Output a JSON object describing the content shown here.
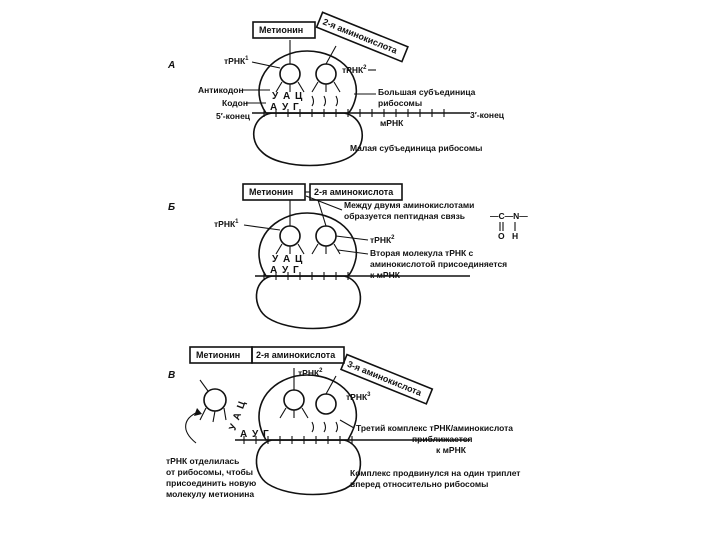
{
  "panel_a": {
    "letter": "А",
    "box_met": "Метионин",
    "box_aa2": "2-я аминокислота",
    "trna1": "тРНК",
    "trna1_sup": "1",
    "trna2": "тРНК",
    "trna2_sup": "2",
    "anticodon_label": "Антикодон",
    "codon_label": "Кодон",
    "five_end": "5′-конец",
    "three_end": "3′-конец",
    "anticodon_seq": "У А Ц",
    "codon_seq": "А У Г",
    "large_subunit_1": "Большая субъединица",
    "large_subunit_2": "рибосомы",
    "mrna": "мРНК",
    "small_subunit": "Малая субъединица рибосомы"
  },
  "panel_b": {
    "letter": "Б",
    "box_met": "Метионин",
    "box_aa2": "2-я аминокислота",
    "trna1": "тРНК",
    "trna1_sup": "1",
    "trna2": "тРНК",
    "trna2_sup": "2",
    "peptide_1": "Между двумя аминокислотами",
    "peptide_2": "образуется пептидная связь",
    "bond_formula": "—C—N—",
    "bond_o": "O",
    "bond_h": "H",
    "second_1": "Вторая молекула тРНК с",
    "second_2": "аминокислотой присоединяется",
    "second_3": "к мРНК",
    "anticodon_seq": "У А Ц",
    "codon_seq": "А У Г"
  },
  "panel_c": {
    "letter": "В",
    "box_met": "Метионин",
    "box_aa2": "2-я аминокислота",
    "box_aa3": "3-я аминокислота",
    "trna2": "тРНК",
    "trna2_sup": "2",
    "trna3": "тРНК",
    "trna3_sup": "3",
    "free_anticodon": "У А Ц",
    "codon_seq": "А У Г",
    "third_1": "Третий комплекс тРНК/аминокислота",
    "third_2": "приближается",
    "third_3": "к мРНК",
    "moved_1": "Комплекс продвинулся на один триплет",
    "moved_2": "вперед относительно рибосомы",
    "left_1": "тРНК отделилась",
    "left_2": "от рибосомы, чтобы",
    "left_3": "присоединить новую",
    "left_4": "молекулу метионина"
  }
}
